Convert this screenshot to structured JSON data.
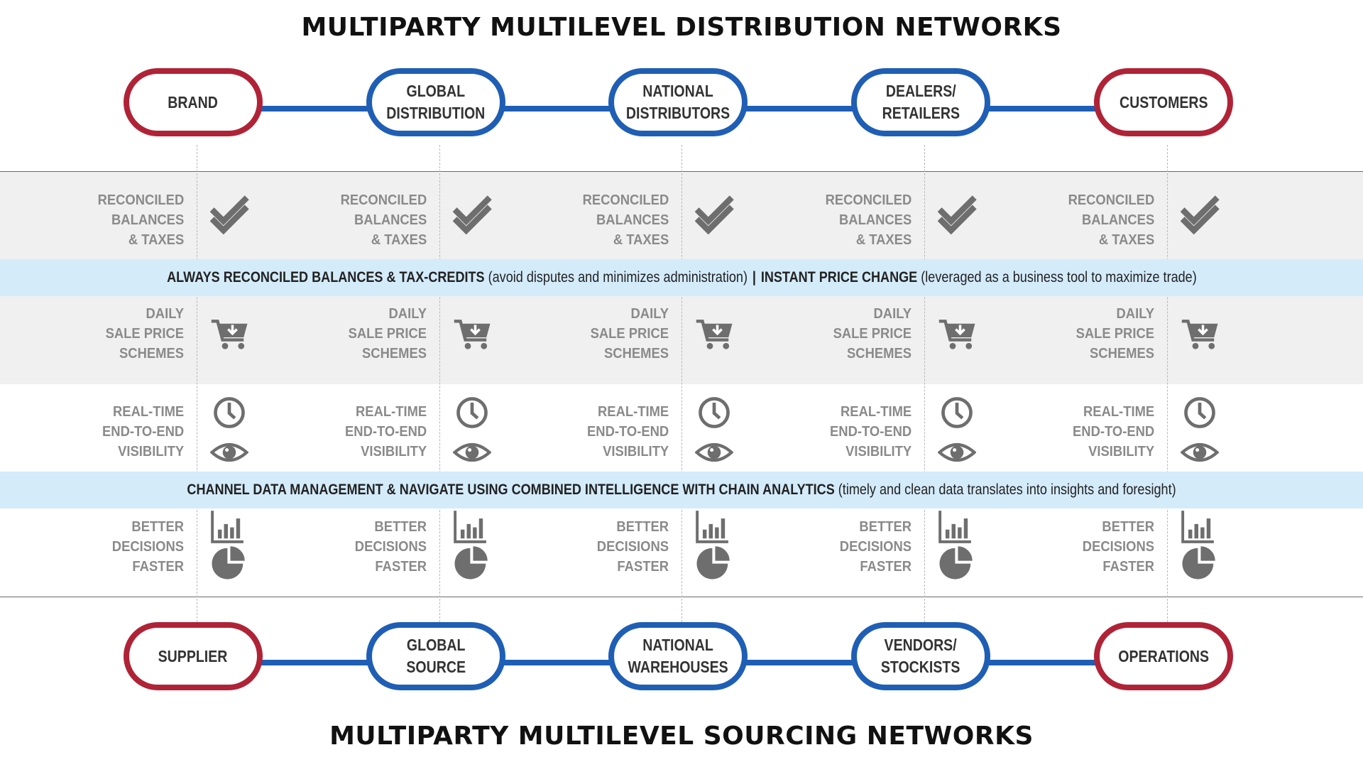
{
  "top_title": "MULTIPARTY MULTILEVEL DISTRIBUTION NETWORKS",
  "bottom_title": "MULTIPARTY MULTILEVEL SOURCING NETWORKS",
  "distribution_nodes": [
    {
      "label": "BRAND",
      "color": "red"
    },
    {
      "label": "GLOBAL\nDISTRIBUTION",
      "color": "blue"
    },
    {
      "label": "NATIONAL\nDISTRIBUTORS",
      "color": "blue"
    },
    {
      "label": "DEALERS/\nRETAILERS",
      "color": "blue"
    },
    {
      "label": "CUSTOMERS",
      "color": "red"
    }
  ],
  "sourcing_nodes": [
    {
      "label": "SUPPLIER",
      "color": "red"
    },
    {
      "label": "GLOBAL\nSOURCE",
      "color": "blue"
    },
    {
      "label": "NATIONAL\nWAREHOUSES",
      "color": "blue"
    },
    {
      "label": "VENDORS/\nSTOCKISTS",
      "color": "blue"
    },
    {
      "label": "OPERATIONS",
      "color": "red"
    }
  ],
  "rows": {
    "reconciled": {
      "label": "RECONCILED\nBALANCES\n& TAXES",
      "icon": "double-check-icon"
    },
    "daily": {
      "label": "DAILY\nSALE PRICE\nSCHEMES",
      "icon": "cart-download-icon"
    },
    "realtime": {
      "label": "REAL-TIME\nEND-TO-END\nVISIBILITY",
      "icon": "clock-eye-icon"
    },
    "better": {
      "label": "BETTER\nDECISIONS\nFASTER",
      "icon": "bar-pie-chart-icon"
    }
  },
  "banner_1": {
    "bold_1": "ALWAYS RECONCILED BALANCES & TAX-CREDITS",
    "normal_1": " (avoid disputes and minimizes administration)",
    "separator": "|",
    "bold_2": "INSTANT PRICE CHANGE",
    "normal_2": " (leveraged as a business tool to maximize trade)"
  },
  "banner_2": {
    "bold_1": "CHANNEL DATA MANAGEMENT & NAVIGATE USING COMBINED INTELLIGENCE WITH CHAIN ANALYTICS",
    "normal_1": " (timely and clean data translates into insights and foresight)"
  },
  "colors": {
    "red_node": "#b02337",
    "blue_node": "#1f5eb5",
    "banner_bg": "#d4ebfa",
    "band_bg": "#f0f0f0",
    "icon_gray": "#6e6e6e",
    "label_gray": "#8a8a8a"
  }
}
